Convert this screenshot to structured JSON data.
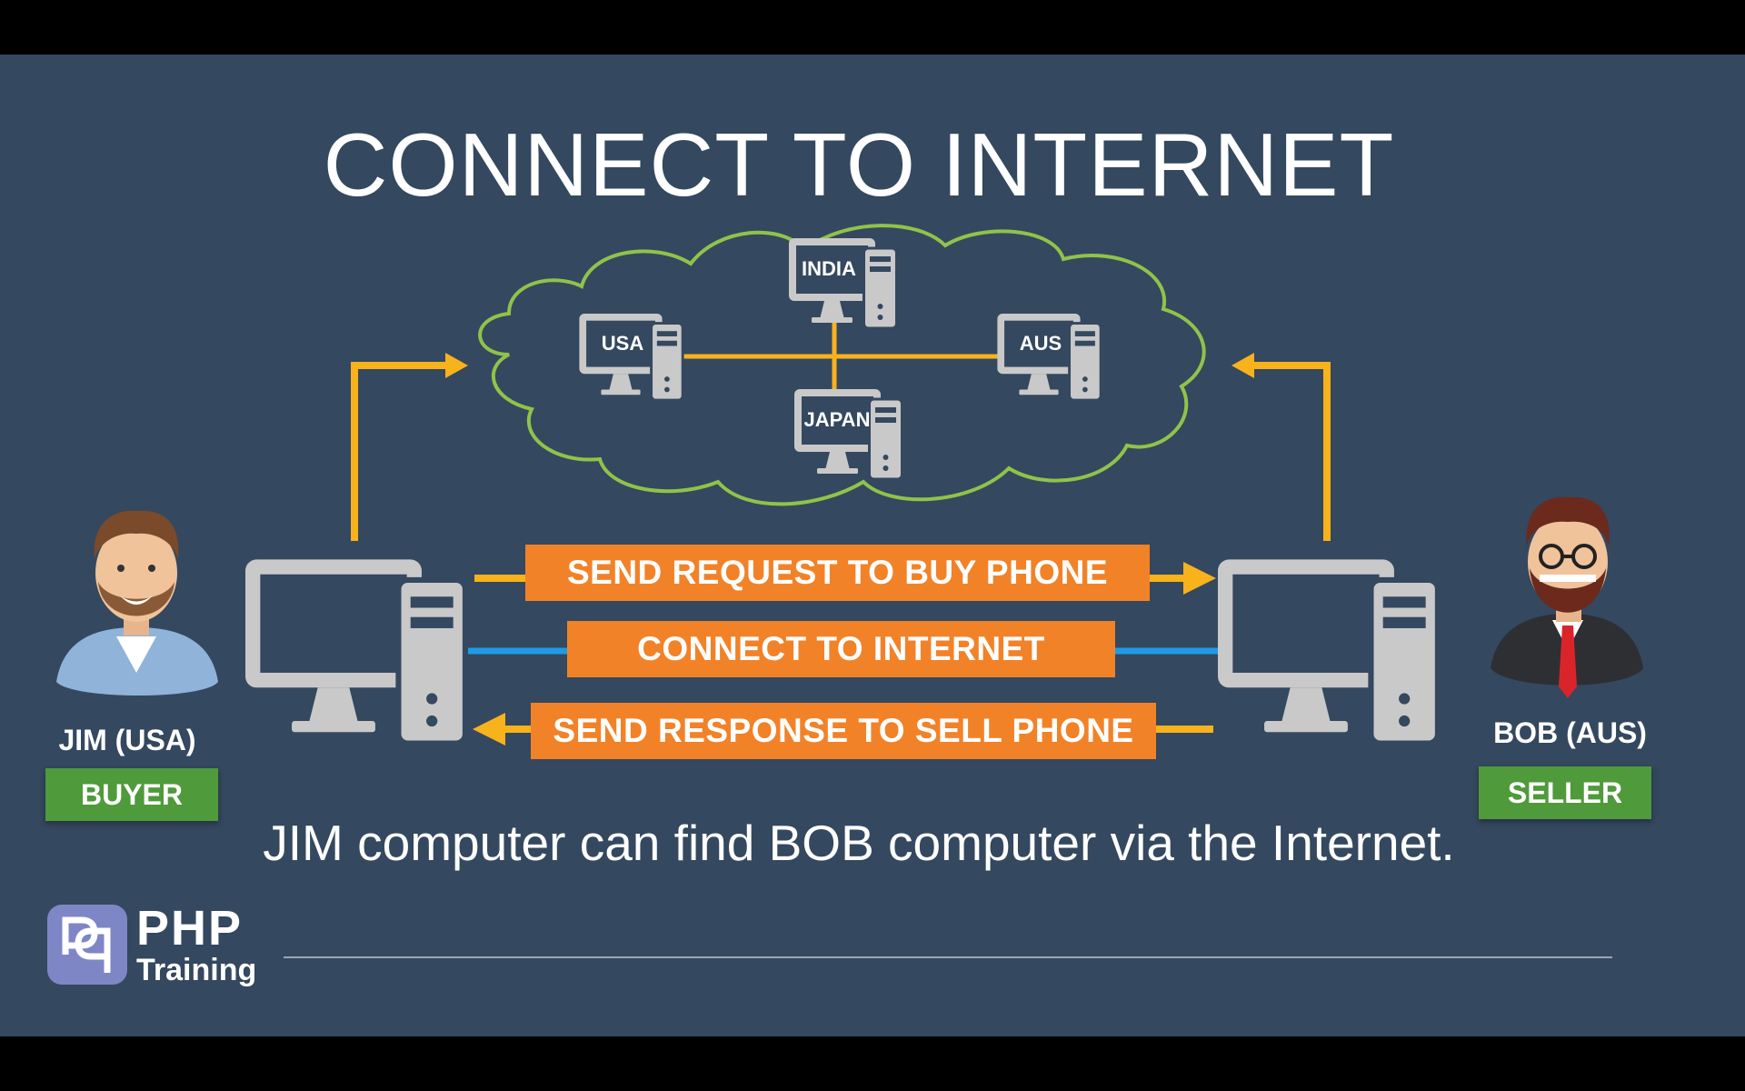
{
  "slide": {
    "title": "CONNECT TO INTERNET",
    "caption": "JIM computer can find BOB computer via the Internet."
  },
  "internet_cloud": {
    "nodes": [
      {
        "label": "INDIA"
      },
      {
        "label": "USA"
      },
      {
        "label": "AUS"
      },
      {
        "label": "JAPAN"
      }
    ]
  },
  "buyer": {
    "name": "JIM (USA)",
    "role": "BUYER"
  },
  "seller": {
    "name": "BOB (AUS)",
    "role": "SELLER"
  },
  "flows": [
    {
      "label": "SEND REQUEST TO BUY PHONE",
      "direction": "buyer-to-seller"
    },
    {
      "label": "CONNECT TO INTERNET",
      "direction": "both"
    },
    {
      "label": "SEND RESPONSE TO SELL PHONE",
      "direction": "seller-to-buyer"
    }
  ],
  "logo": {
    "line1": "PHP",
    "line2": "Training"
  },
  "colors": {
    "background": "#34485f",
    "arrow": "#f8b21c",
    "connection": "#1e9be6",
    "cloud_outline": "#8fc34a",
    "flow_box": "#f28228",
    "badge": "#4f9a3a",
    "computer": "#c9c9c9"
  }
}
